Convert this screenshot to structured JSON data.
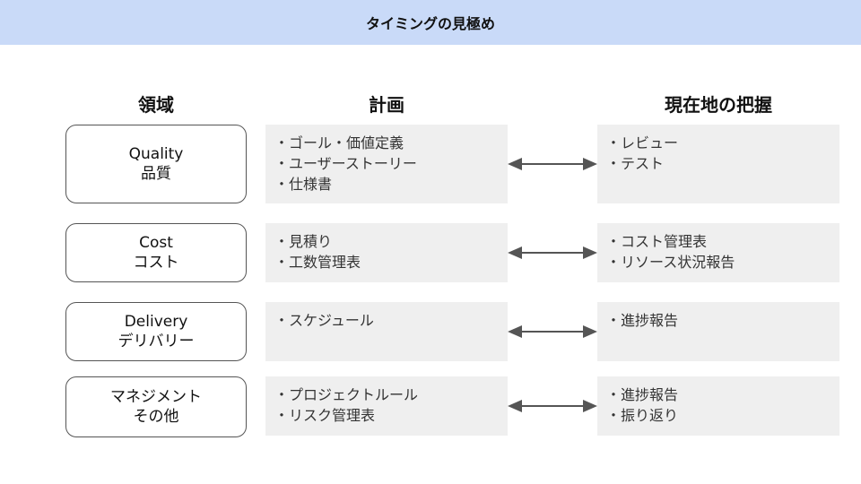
{
  "header": {
    "title": "タイミングの見極め"
  },
  "columns": {
    "domain": "領域",
    "plan": "計画",
    "status": "現在地の把握"
  },
  "rows": [
    {
      "domain": [
        "Quality",
        "品質"
      ],
      "plan": [
        "・ゴール・価値定義",
        "・ユーザーストーリー",
        "・仕様書"
      ],
      "status": [
        "・レビュー",
        "・テスト"
      ]
    },
    {
      "domain": [
        "Cost",
        "コスト"
      ],
      "plan": [
        "・見積り",
        "・工数管理表"
      ],
      "status": [
        "・コスト管理表",
        "・リソース状況報告"
      ]
    },
    {
      "domain": [
        "Delivery",
        "デリバリー"
      ],
      "plan": [
        "・スケジュール"
      ],
      "status": [
        "・進捗報告"
      ]
    },
    {
      "domain": [
        "マネジメント",
        "その他"
      ],
      "plan": [
        "・プロジェクトルール",
        "・リスク管理表"
      ],
      "status": [
        "・進捗報告",
        "・振り返り"
      ]
    }
  ],
  "colors": {
    "header_bg": "#c9daf8",
    "panel_bg": "#efefef",
    "arrow": "#555555"
  }
}
